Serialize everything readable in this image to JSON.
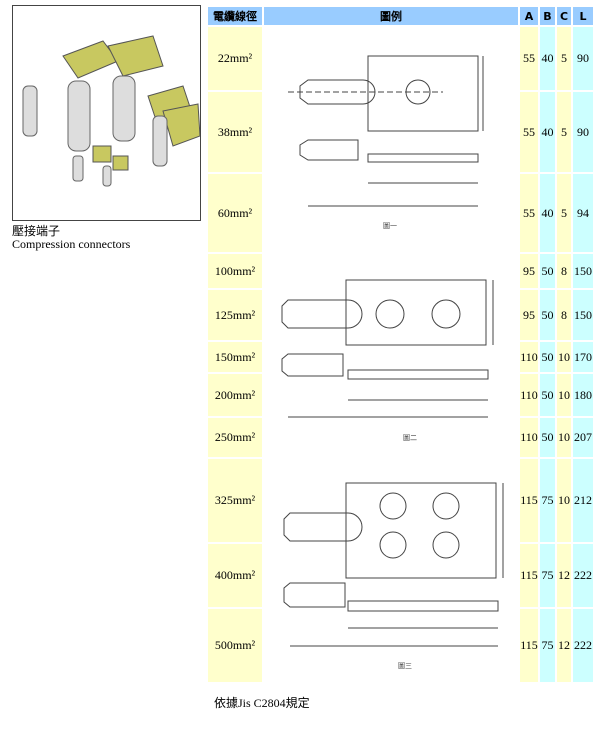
{
  "product": {
    "title_zh": "壓接端子",
    "title_en": "Compression connectors"
  },
  "table": {
    "headers": {
      "size": "電纜線徑",
      "figure": "圖例",
      "a": "A",
      "b": "B",
      "c": "C",
      "l": "L"
    },
    "rows": [
      {
        "size": "22mm²",
        "a": "55",
        "b": "40",
        "c": "5",
        "l": "90"
      },
      {
        "size": "38mm²",
        "a": "55",
        "b": "40",
        "c": "5",
        "l": "90"
      },
      {
        "size": "60mm²",
        "a": "55",
        "b": "40",
        "c": "5",
        "l": "94"
      },
      {
        "size": "100mm²",
        "a": "95",
        "b": "50",
        "c": "8",
        "l": "150"
      },
      {
        "size": "125mm²",
        "a": "95",
        "b": "50",
        "c": "8",
        "l": "150"
      },
      {
        "size": "150mm²",
        "a": "110",
        "b": "50",
        "c": "10",
        "l": "170"
      },
      {
        "size": "200mm²",
        "a": "110",
        "b": "50",
        "c": "10",
        "l": "180"
      },
      {
        "size": "250mm²",
        "a": "110",
        "b": "50",
        "c": "10",
        "l": "207"
      },
      {
        "size": "325mm²",
        "a": "115",
        "b": "75",
        "c": "10",
        "l": "212"
      },
      {
        "size": "400mm²",
        "a": "115",
        "b": "75",
        "c": "12",
        "l": "222"
      },
      {
        "size": "500mm²",
        "a": "115",
        "b": "75",
        "c": "12",
        "l": "222"
      }
    ],
    "figures": [
      "圖一",
      "圖二",
      "圖三"
    ]
  },
  "footnote": "依據Jis C2804規定"
}
